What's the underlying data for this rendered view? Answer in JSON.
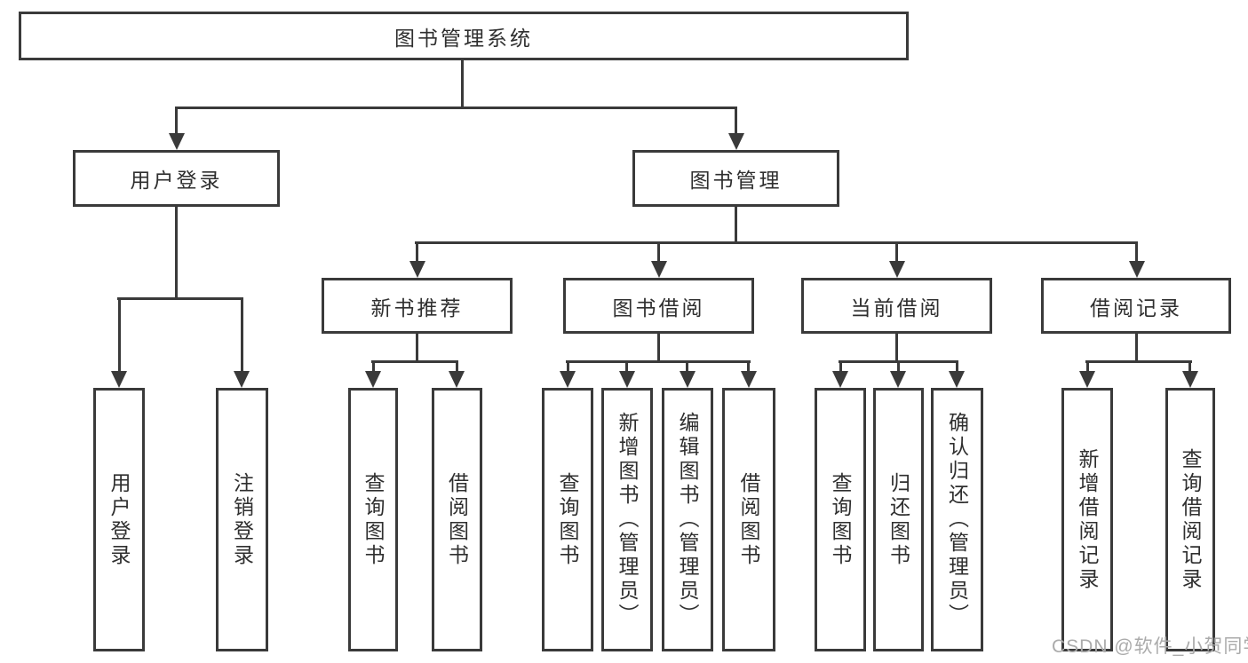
{
  "tree": {
    "root": {
      "label": "图书管理系统",
      "children": [
        {
          "label": "用户登录",
          "children": [
            {
              "label": "用户登录"
            },
            {
              "label": "注销登录"
            }
          ]
        },
        {
          "label": "图书管理",
          "children": [
            {
              "label": "新书推荐",
              "children": [
                {
                  "label": "查询图书"
                },
                {
                  "label": "借阅图书"
                }
              ]
            },
            {
              "label": "图书借阅",
              "children": [
                {
                  "label": "查询图书"
                },
                {
                  "label": "新增图书（管理员）"
                },
                {
                  "label": "编辑图书（管理员）"
                },
                {
                  "label": "借阅图书"
                }
              ]
            },
            {
              "label": "当前借阅",
              "children": [
                {
                  "label": "查询图书"
                },
                {
                  "label": "归还图书"
                },
                {
                  "label": "确认归还（管理员）"
                }
              ]
            },
            {
              "label": "借阅记录",
              "children": [
                {
                  "label": "新增借阅记录"
                },
                {
                  "label": "查询借阅记录"
                }
              ]
            }
          ]
        }
      ]
    }
  },
  "watermark": "CSDN @软件_小贺同学",
  "colors": {
    "line": "#3a3a3a",
    "box_border": "#3a3a3a",
    "box_bg": "#ffffff",
    "text": "#2f2f2f",
    "watermark": "#ababab"
  }
}
